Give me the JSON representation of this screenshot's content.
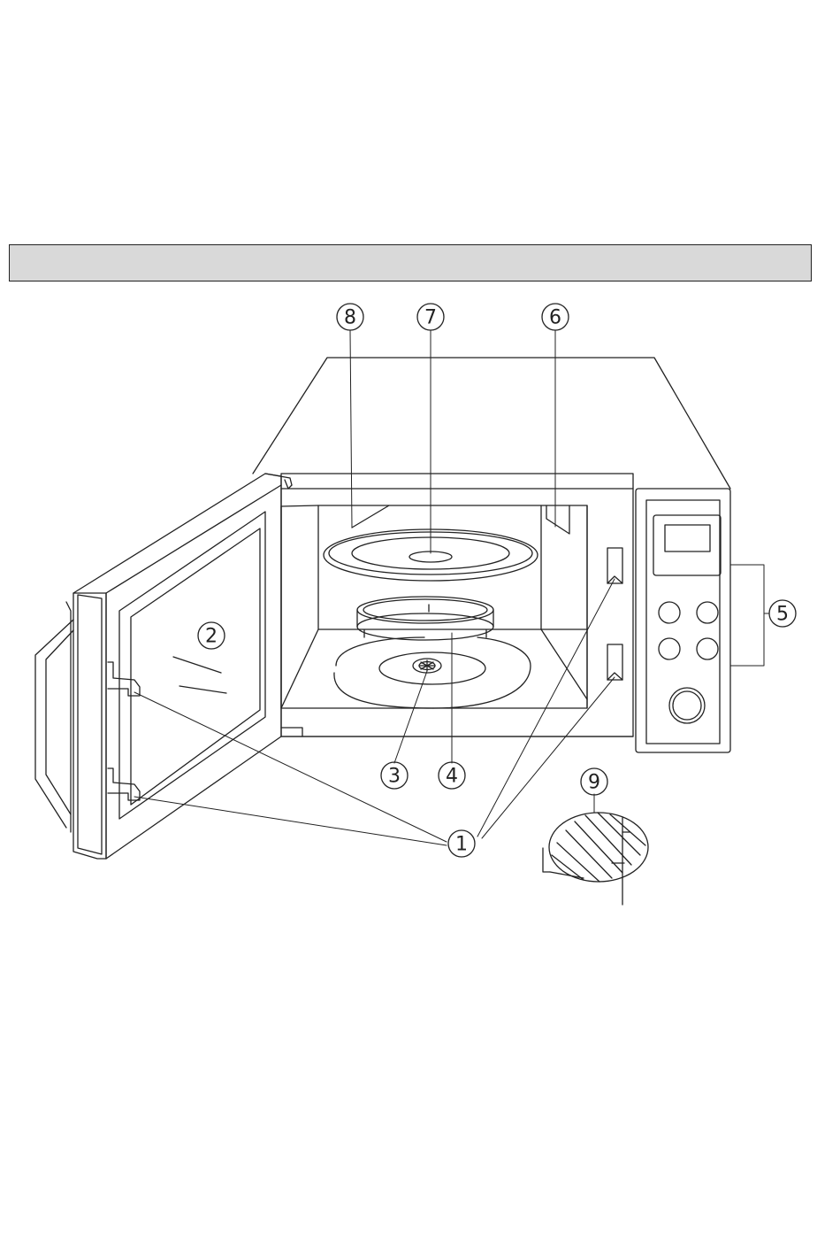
{
  "header_bar": {
    "text": ""
  },
  "callouts": [
    {
      "id": "c1",
      "label": "1"
    },
    {
      "id": "c2",
      "label": "2"
    },
    {
      "id": "c3",
      "label": "3"
    },
    {
      "id": "c4",
      "label": "4"
    },
    {
      "id": "c5",
      "label": "5"
    },
    {
      "id": "c6",
      "label": "6"
    },
    {
      "id": "c7",
      "label": "7"
    },
    {
      "id": "c8",
      "label": "8"
    },
    {
      "id": "c9",
      "label": "9"
    }
  ],
  "colors": {
    "line": "#222222",
    "header_fill": "#d9d9d9",
    "background": "#ffffff"
  }
}
